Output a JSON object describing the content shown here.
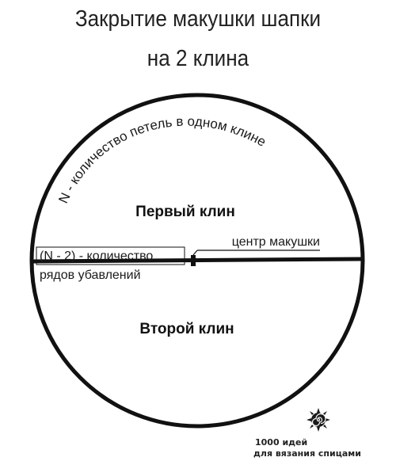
{
  "title": {
    "line1": "Закрытие макушки шапки",
    "line2": "на 2 клина"
  },
  "diagram": {
    "arc_label": "N - количество петель в одном клине",
    "first_wedge": "Первый клин",
    "second_wedge": "Второй клин",
    "crown_center": "центр макушки",
    "rows_label_1": "(N - 2) - количество",
    "rows_label_2": "рядов убавлений"
  },
  "logo": {
    "line1": "1000 идей",
    "line2": "для вязания спицами",
    "icon": "spiral-sun-icon"
  }
}
